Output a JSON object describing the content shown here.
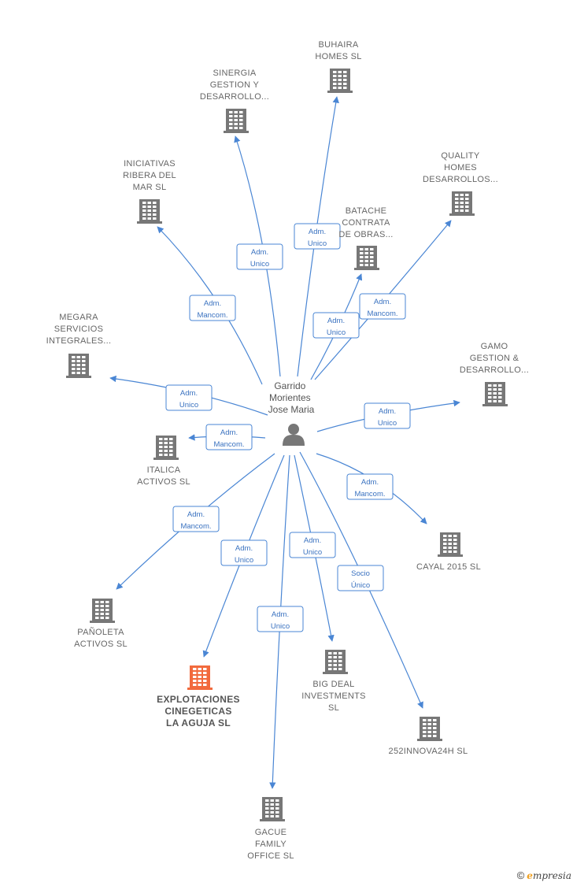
{
  "center": {
    "name_lines": [
      "Garrido",
      "Morientes",
      "Jose Maria"
    ],
    "icon": "person-icon"
  },
  "colors": {
    "edge": "#4a86d4",
    "building": "#777777",
    "building_highlight": "#f26a3d"
  },
  "companies": [
    {
      "id": "buhaira",
      "lines": [
        "BUHAIRA",
        "HOMES  SL"
      ],
      "role": [
        "Adm.",
        "Unico"
      ],
      "highlight": false
    },
    {
      "id": "sinergia",
      "lines": [
        "SINERGIA",
        "GESTION Y",
        "DESARROLLO..."
      ],
      "role": [
        "Adm.",
        "Unico"
      ],
      "highlight": false
    },
    {
      "id": "iniciativas",
      "lines": [
        "INICIATIVAS",
        "RIBERA DEL",
        "MAR  SL"
      ],
      "role": [
        "Adm.",
        "Mancom."
      ],
      "highlight": false
    },
    {
      "id": "quality",
      "lines": [
        "QUALITY",
        "HOMES",
        "DESARROLLOS..."
      ],
      "role": [
        "Adm.",
        "Mancom."
      ],
      "highlight": false
    },
    {
      "id": "batache",
      "lines": [
        "BATACHE",
        "CONTRATA",
        "DE OBRAS..."
      ],
      "role": [
        "Adm.",
        "Unico"
      ],
      "highlight": false
    },
    {
      "id": "megara",
      "lines": [
        "MEGARA",
        "SERVICIOS",
        "INTEGRALES..."
      ],
      "role": [
        "Adm.",
        "Unico"
      ],
      "highlight": false
    },
    {
      "id": "gamo",
      "lines": [
        "GAMO",
        "GESTION &",
        "DESARROLLO..."
      ],
      "role": [
        "Adm.",
        "Unico"
      ],
      "highlight": false
    },
    {
      "id": "italica",
      "lines": [
        "ITALICA",
        "ACTIVOS SL"
      ],
      "role": [
        "Adm.",
        "Mancom."
      ],
      "highlight": false
    },
    {
      "id": "cayal",
      "lines": [
        "CAYAL 2015  SL"
      ],
      "role": [
        "Adm.",
        "Mancom."
      ],
      "highlight": false
    },
    {
      "id": "panoleta",
      "lines": [
        "PAÑOLETA",
        "ACTIVOS  SL"
      ],
      "role": [
        "Adm.",
        "Mancom."
      ],
      "highlight": false
    },
    {
      "id": "explotaciones",
      "lines": [
        "EXPLOTACIONES",
        "CINEGETICAS",
        "LA AGUJA  SL"
      ],
      "role": [
        "Adm.",
        "Unico"
      ],
      "highlight": true
    },
    {
      "id": "bigdeal",
      "lines": [
        "BIG DEAL",
        "INVESTMENTS",
        "SL"
      ],
      "role": [
        "Adm.",
        "Unico"
      ],
      "highlight": false
    },
    {
      "id": "innova",
      "lines": [
        "252INNOVA24H SL"
      ],
      "role": [
        "Socio",
        "Único"
      ],
      "highlight": false
    },
    {
      "id": "gacue",
      "lines": [
        "GACUE",
        "FAMILY",
        "OFFICE  SL"
      ],
      "role": [
        "Adm.",
        "Unico"
      ],
      "highlight": false
    }
  ],
  "footer": {
    "copyright": "©",
    "brand_initial": "e",
    "brand_rest": "mpresia"
  }
}
